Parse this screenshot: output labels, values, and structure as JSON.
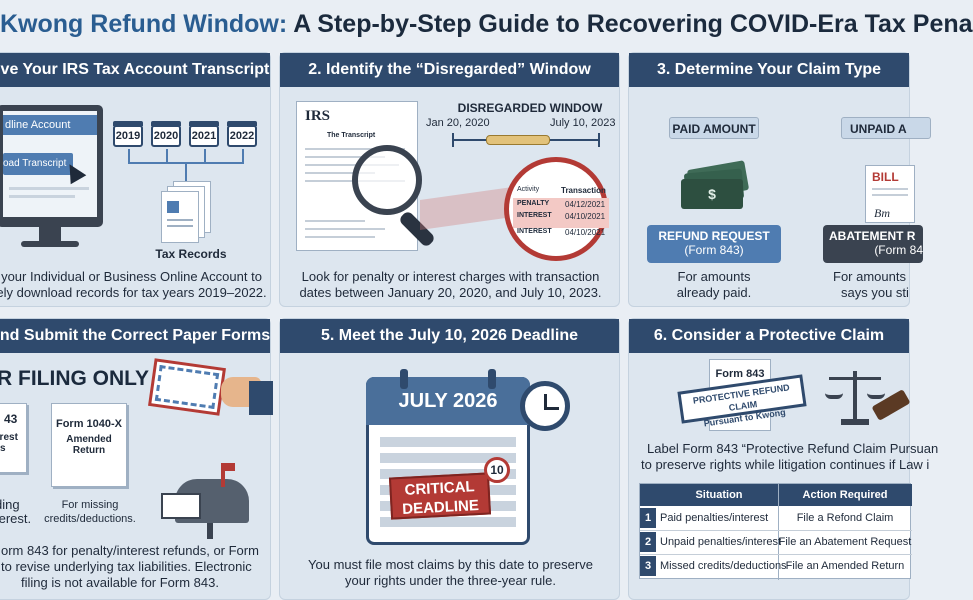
{
  "title": {
    "part1": "Kwong Refund Window:",
    "part2": " A Step-by-Step Guide to Recovering COVID-Era Tax Pena"
  },
  "step1": {
    "header": "eve Your IRS Tax Account Transcript",
    "screen_title": "dline Account",
    "button": "oad Transcript",
    "years": [
      "2019",
      "2020",
      "2021",
      "2022"
    ],
    "records_label": "Tax Records",
    "caption_line1": "your Individual or Business Online Account to",
    "caption_line2": "ely download records for tax years 2019–2022."
  },
  "step2": {
    "header": "2. Identify the “Disregarded” Window",
    "irs_logo": "IRS",
    "doc_title": "The Transcript",
    "window_title": "DISREGARDED WINDOW",
    "start_date": "Jan 20, 2020",
    "end_date": "July 10, 2023",
    "mag_head1": "Activity",
    "mag_head2": "Transaction",
    "mag_rows": [
      {
        "label": "PENALTY",
        "date": "04/12/2021"
      },
      {
        "label": "INTEREST",
        "date": "04/10/2021"
      },
      {
        "label": "INTEREST",
        "date": "04/10/2021"
      }
    ],
    "caption_line1": "Look for penalty or interest charges with transaction",
    "caption_line2": "dates between January 20, 2020, and July 10, 2023."
  },
  "step3": {
    "header": "3. Determine Your Claim Type",
    "paid_label": "PAID AMOUNT",
    "unpaid_label": "UNPAID A",
    "refund_title": "REFUND REQUEST",
    "refund_form": "(Form 843)",
    "abate_title": "ABATEMENT R",
    "abate_form": "(Form 84",
    "bill_label": "BILL",
    "paid_caption1": "For amounts",
    "paid_caption2": "already paid.",
    "unpaid_caption1": "For amounts",
    "unpaid_caption2": "says you sti"
  },
  "step4": {
    "header": "and Submit the Correct Paper Forms",
    "banner": "R FILING ONLY",
    "form_a_title": "43",
    "form_a_sub1": "erest",
    "form_a_sub2": "s",
    "form_b_title": "Form 1040-X",
    "form_b_sub1": "Amended",
    "form_b_sub2": "Return",
    "form_a_caption1": "ding",
    "form_a_caption2": "terest.",
    "form_b_caption1": "For missing",
    "form_b_caption2": "credits/deductions.",
    "caption_line1": "orm 843 for penalty/interest refunds, or Form",
    "caption_line2": "to revise underlying tax liabilities. Electronic",
    "caption_line3": "filing is not available for Form 843."
  },
  "step5": {
    "header": "5. Meet the July 10, 2026 Deadline",
    "calendar_month": "JULY 2026",
    "day": "10",
    "stamp_line1": "CRITICAL",
    "stamp_line2": "DEADLINE",
    "caption_line1": "You must file most claims by this date to preserve",
    "caption_line2": "your rights under the three-year rule."
  },
  "step6": {
    "header": "6. Consider a Protective Claim",
    "form_label": "Form 843",
    "stamp_line1": "PROTECTIVE REFUND CLAIM",
    "stamp_line2": "Pursuant to Kwong",
    "caption_line1": "Label Form 843 “Protective Refund Claim Pursuan",
    "caption_line2": "to preserve rights while litigation continues if Law i",
    "table_headers": [
      "Situation",
      "Action Required"
    ],
    "table_rows": [
      {
        "num": "1",
        "situation": "Paid penalties/interest",
        "action": "File a Refond Claim"
      },
      {
        "num": "2",
        "situation": "Unpaid penalties/interest",
        "action": "File an Abatement Request"
      },
      {
        "num": "3",
        "situation": "Missed credits/deductions",
        "action": "File an Amended Return"
      }
    ]
  },
  "colors": {
    "header_bg": "#2f4a6d",
    "title_blue": "#2a5d91",
    "stamp_red": "#b33a35",
    "panel_bg": "#dde6ef"
  }
}
